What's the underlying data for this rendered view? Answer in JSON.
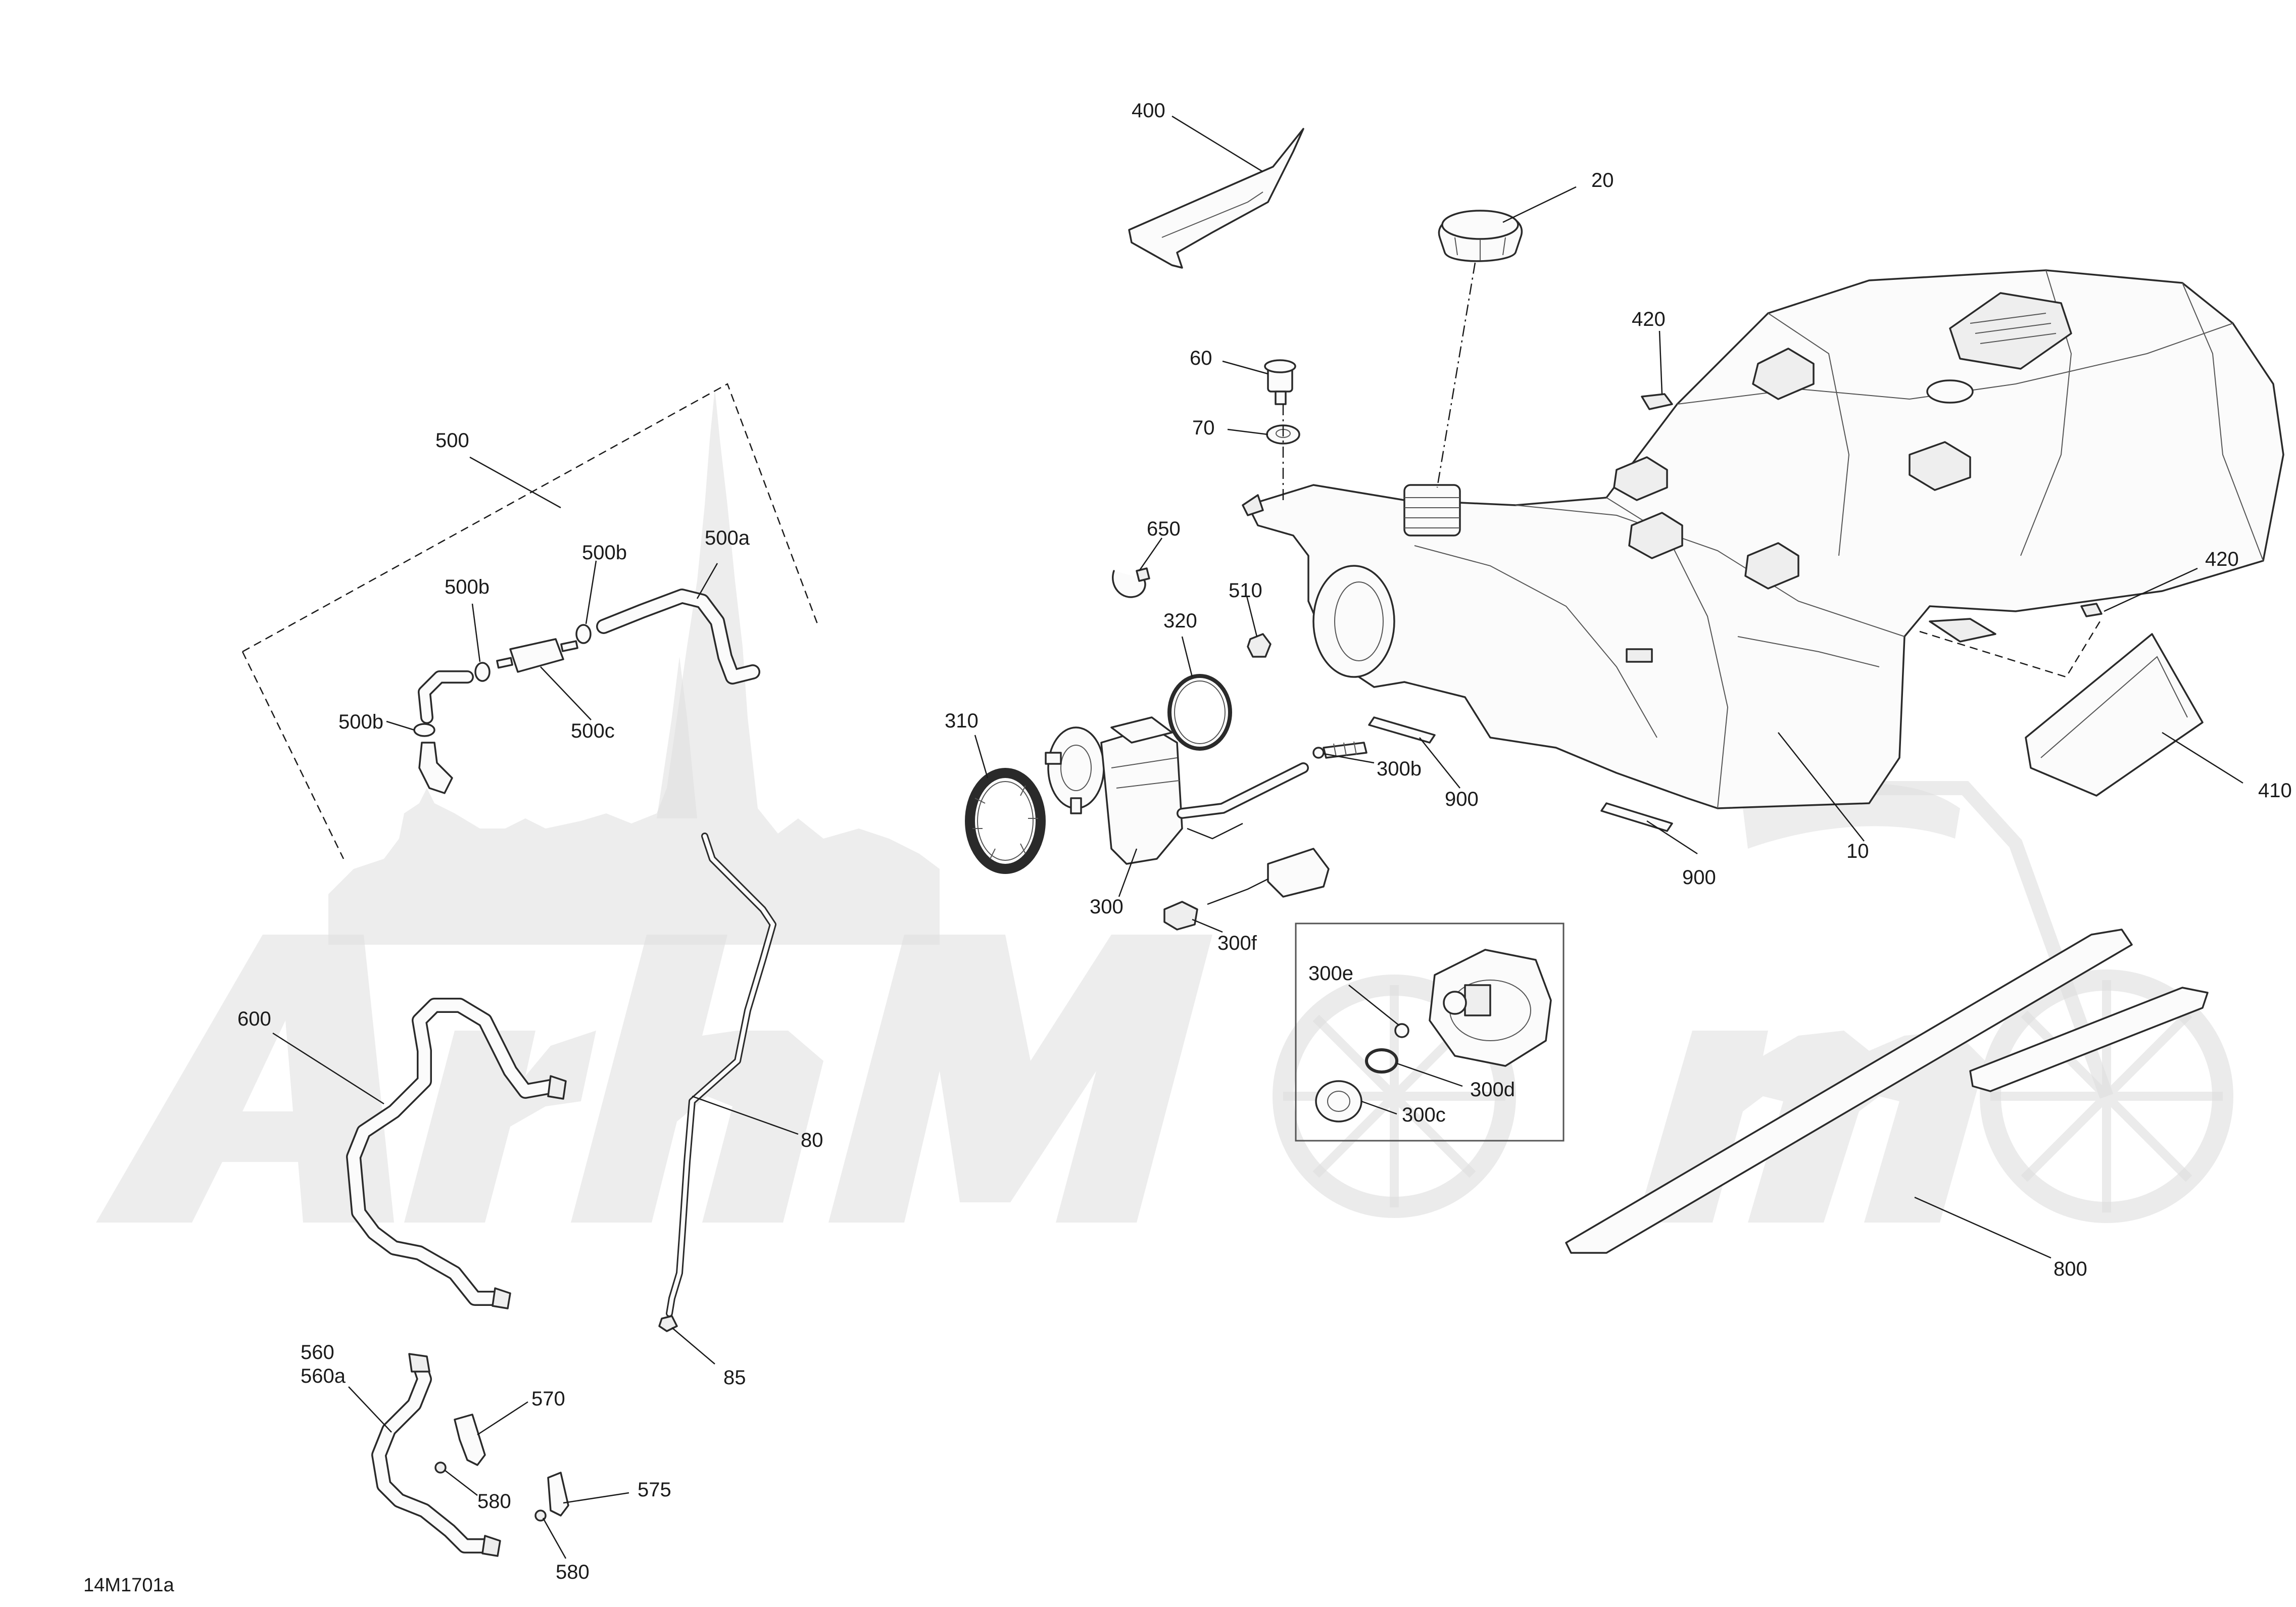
{
  "diagram_code": "14M1701a",
  "callouts": {
    "c10": "10",
    "c20": "20",
    "c60": "60",
    "c70": "70",
    "c80": "80",
    "c85": "85",
    "c300": "300",
    "c300b": "300b",
    "c300c": "300c",
    "c300d": "300d",
    "c300e": "300e",
    "c300f": "300f",
    "c310": "310",
    "c320": "320",
    "c400": "400",
    "c410": "410",
    "c420a": "420",
    "c420b": "420",
    "c500": "500",
    "c500a": "500a",
    "c500b1": "500b",
    "c500b2": "500b",
    "c500b3": "500b",
    "c500c": "500c",
    "c510": "510",
    "c560": "560",
    "c560a": "560a",
    "c570": "570",
    "c575": "575",
    "c580a": "580",
    "c580b": "580",
    "c600": "600",
    "c650": "650",
    "c800": "800",
    "c900a": "900",
    "c900b": "900"
  }
}
